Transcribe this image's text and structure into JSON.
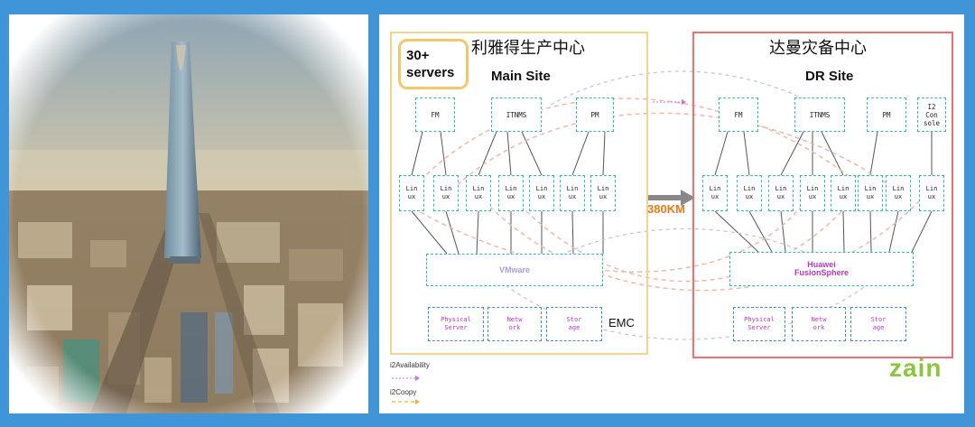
{
  "main_site": {
    "title_cn": "利雅得生产中心",
    "title_en": "Main Site",
    "servers_label": "30+\nservers",
    "top_nodes": [
      "FM",
      "ITNMS",
      "PM"
    ],
    "linux_nodes": [
      "Lin\nux",
      "Lin\nux",
      "Lin\nux",
      "Lin\nux",
      "Lin\nux",
      "Lin\nux",
      "Lin\nux"
    ],
    "virtualization": "VMware",
    "resources": [
      "Physical\nServer",
      "Netw\nork",
      "Stor\nage"
    ],
    "storage_vendor": "EMC"
  },
  "dr_site": {
    "title_cn": "达曼灾备中心",
    "title_en": "DR Site",
    "top_nodes": [
      "FM",
      "ITNMS",
      "PM",
      "I2\nCon\nsole"
    ],
    "linux_nodes": [
      "Lin\nux",
      "Lin\nux",
      "Lin\nux",
      "Lin\nux",
      "Lin\nux",
      "Lin\nux",
      "Lin\nux"
    ],
    "virtualization": "Huawei\nFusionSphere",
    "resources": [
      "Physical\nServer",
      "Netw\nork",
      "Stor\nage"
    ]
  },
  "distance_label": "380KM",
  "legend": {
    "availability": "i2Availability",
    "copy": "i2Coopy"
  },
  "brand": "zain",
  "colors": {
    "background": "#3f95d8",
    "main_site_border": "#f4d48a",
    "dr_site_border": "#f07070",
    "node_border": "#3ab8a8",
    "resource_border": "#4a88c8",
    "availability_arrow": "#d070d8",
    "copy_arrow": "#f0b040",
    "distance_text": "#e87b18",
    "brand": "#8cc63f"
  }
}
